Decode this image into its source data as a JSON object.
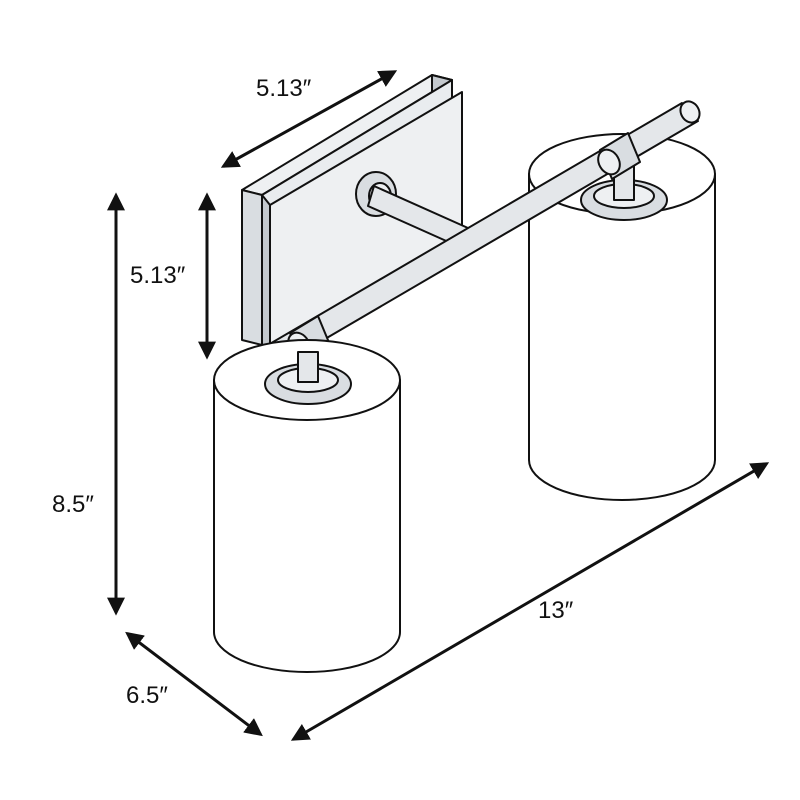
{
  "dimensions": {
    "backplate_width": "5.13″",
    "backplate_height": "5.13″",
    "overall_height": "8.5″",
    "extension": "6.5″",
    "overall_width": "13″"
  },
  "colors": {
    "outline": "#111111",
    "metal_light": "#eef0f2",
    "metal_mid": "#d9dde1",
    "metal_dark": "#c4c9ce",
    "glass": "#ffffff",
    "background": "#ffffff"
  }
}
